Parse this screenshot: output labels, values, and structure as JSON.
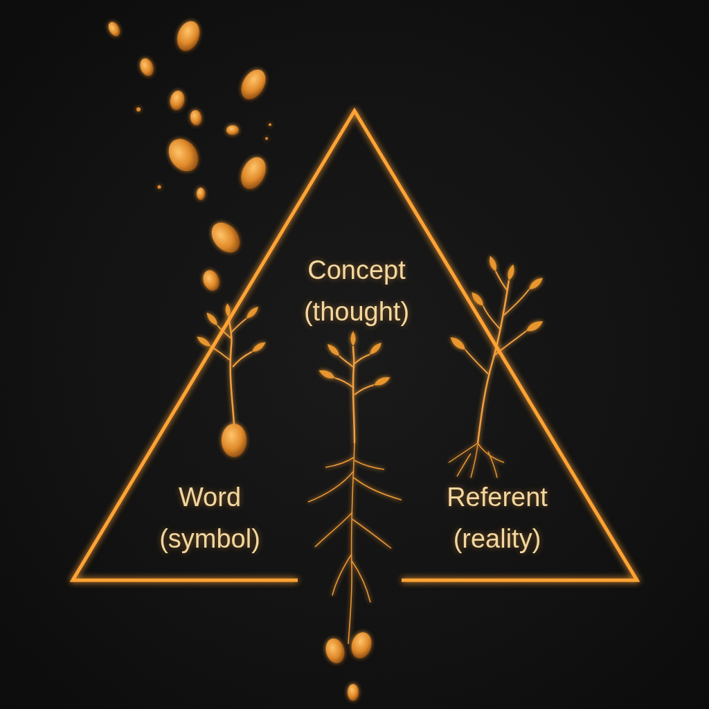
{
  "diagram": {
    "nodes": [
      {
        "text": [
          "Concept (thought)",
          "Word (symbol)",
          "Referent (reality)"
        ]
      }
    ]
  }
}
